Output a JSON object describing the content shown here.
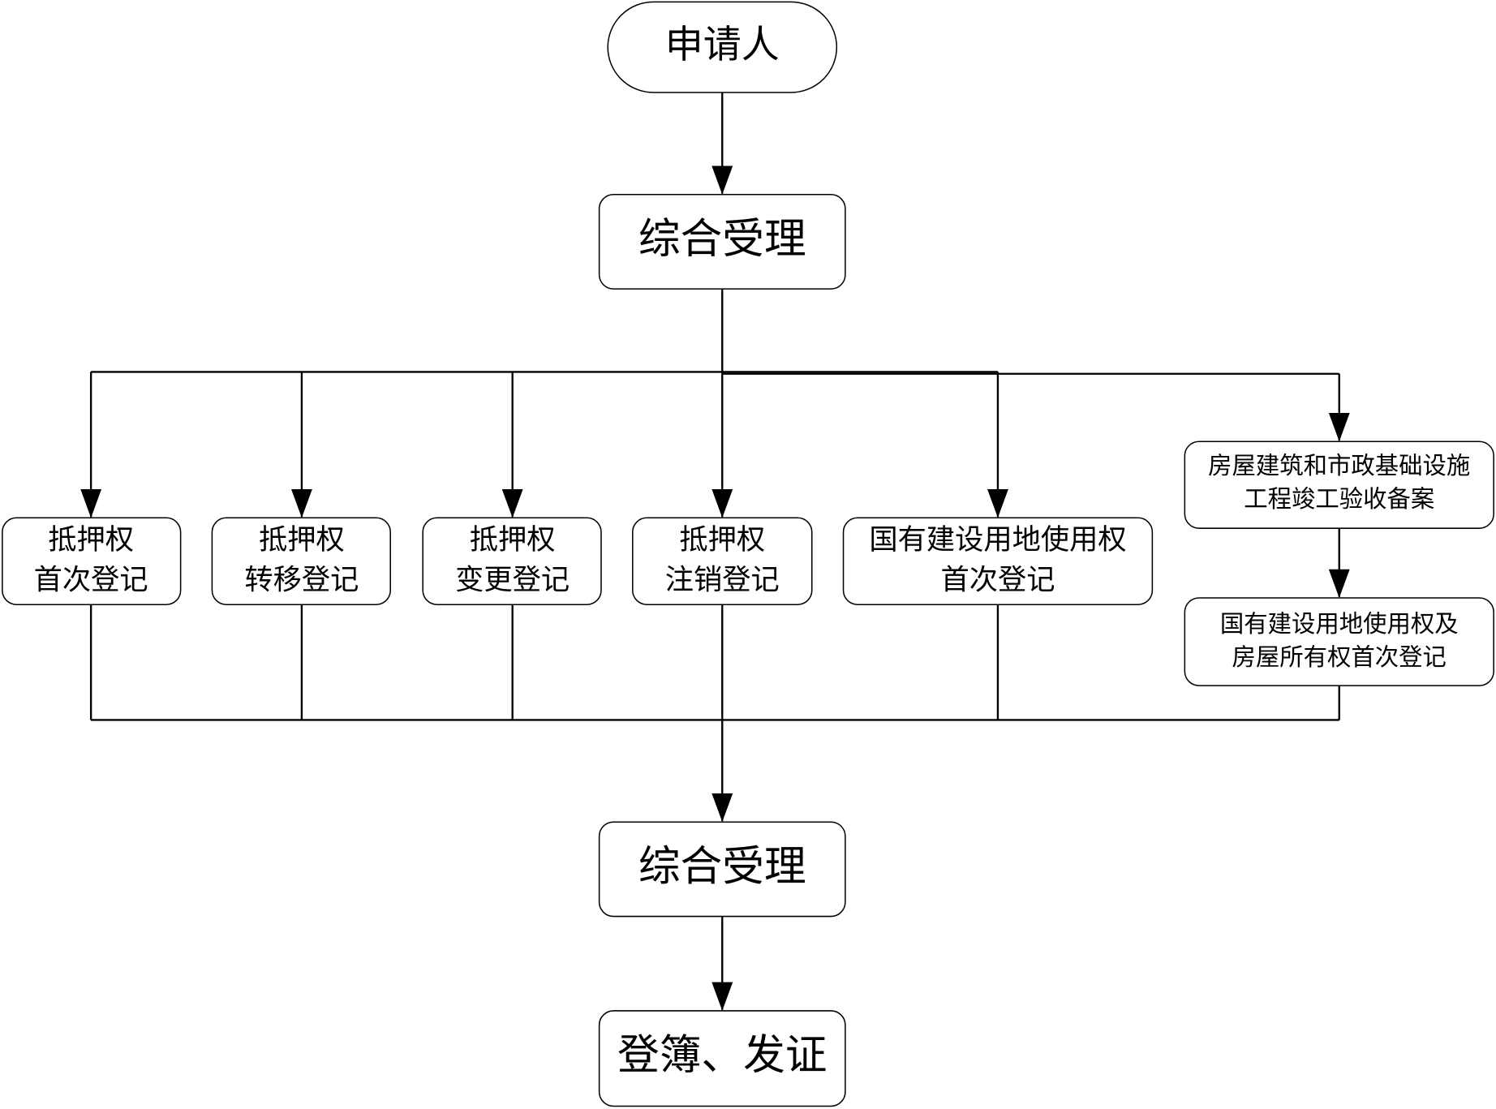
{
  "start": "申请人",
  "accept_top": "综合受理",
  "branches": [
    {
      "line1": "抵押权",
      "line2": "首次登记"
    },
    {
      "line1": "抵押权",
      "line2": "转移登记"
    },
    {
      "line1": "抵押权",
      "line2": "变更登记"
    },
    {
      "line1": "抵押权",
      "line2": "注销登记"
    },
    {
      "line1": "国有建设用地使用权",
      "line2": "首次登记"
    }
  ],
  "right_branch": {
    "filing": {
      "line1": "房屋建筑和市政基础设施",
      "line2": "工程竣工验收备案"
    },
    "registration": {
      "line1": "国有建设用地使用权及",
      "line2": "房屋所有权首次登记"
    }
  },
  "accept_bottom": "综合受理",
  "end": "登簿、发证"
}
